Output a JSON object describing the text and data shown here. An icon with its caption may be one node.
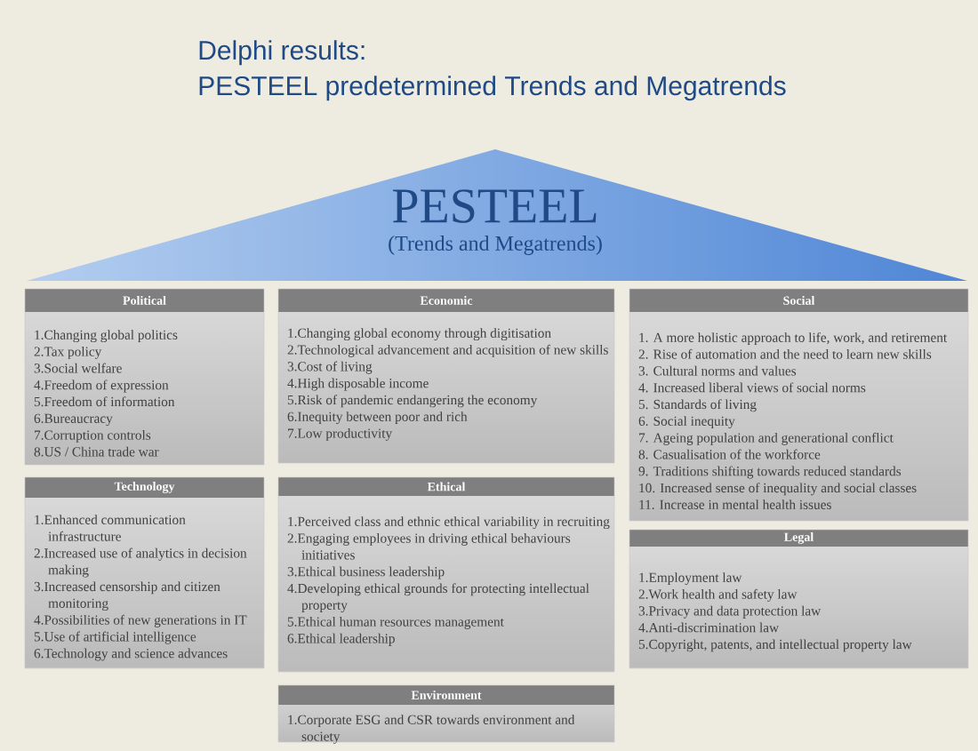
{
  "diagram": {
    "title": "Delphi results: PESTEEL predetermined Trends and Megatrends",
    "nodes": [
      {
        "text": [
          "PESTEEL",
          "(Trends and Megatrends)"
        ]
      },
      {
        "text": [
          "Political",
          "1.Changing global politics",
          "2.Tax policy",
          "3.Social welfare",
          "4.Freedom of expression",
          "5.Freedom of information",
          "6.Bureaucracy",
          "7.Corruption controls",
          "8.US / China trade war"
        ]
      },
      {
        "text": [
          "Economic",
          "1.Changing global economy through digitisation",
          "2.Technological advancement and acquisition of new skills",
          "3.Cost of living",
          "4.High disposable income",
          "5.Risk of pandemic endangering the economy",
          "6.Inequity between poor and rich",
          "7.Low productivity"
        ]
      },
      {
        "text": [
          "Social",
          "1. A more holistic approach to life, work, and retirement",
          "2. Rise of automation and the need to learn new skills",
          "3. Cultural norms and values",
          "4. Increased liberal views of social norms",
          "5. Standards of living",
          "6. Social inequity",
          "7. Ageing population and generational conflict",
          "8. Casualisation of the workforce",
          "9. Traditions shifting towards reduced standards",
          "10. Increased sense of inequality and social classes",
          "11. Increase in mental health issues"
        ]
      },
      {
        "text": [
          "Technology",
          "1.Enhanced communication infrastructure",
          "2.Increased use of analytics in decision making",
          "3.Increased censorship and citizen monitoring",
          "4.Possibilities of new generations in IT",
          "5.Use of artificial intelligence",
          "6.Technology and science advances"
        ]
      },
      {
        "text": [
          "Ethical",
          "1.Perceived class and ethnic ethical variability in recruiting",
          "2.Engaging employees in driving ethical behaviours initiatives",
          "3.Ethical business leadership",
          "4.Developing ethical grounds for protecting intellectual property",
          "5.Ethical human resources management",
          "6.Ethical leadership"
        ]
      },
      {
        "text": [
          "Legal",
          "1.Employment law",
          "2.Work health and safety law",
          "3.Privacy and data protection law",
          "4.Anti-discrimination law",
          "5.Copyright, patents, and intellectual property law"
        ]
      },
      {
        "text": [
          "Environment",
          "1.Corporate ESG and CSR towards environment and society"
        ]
      }
    ]
  }
}
